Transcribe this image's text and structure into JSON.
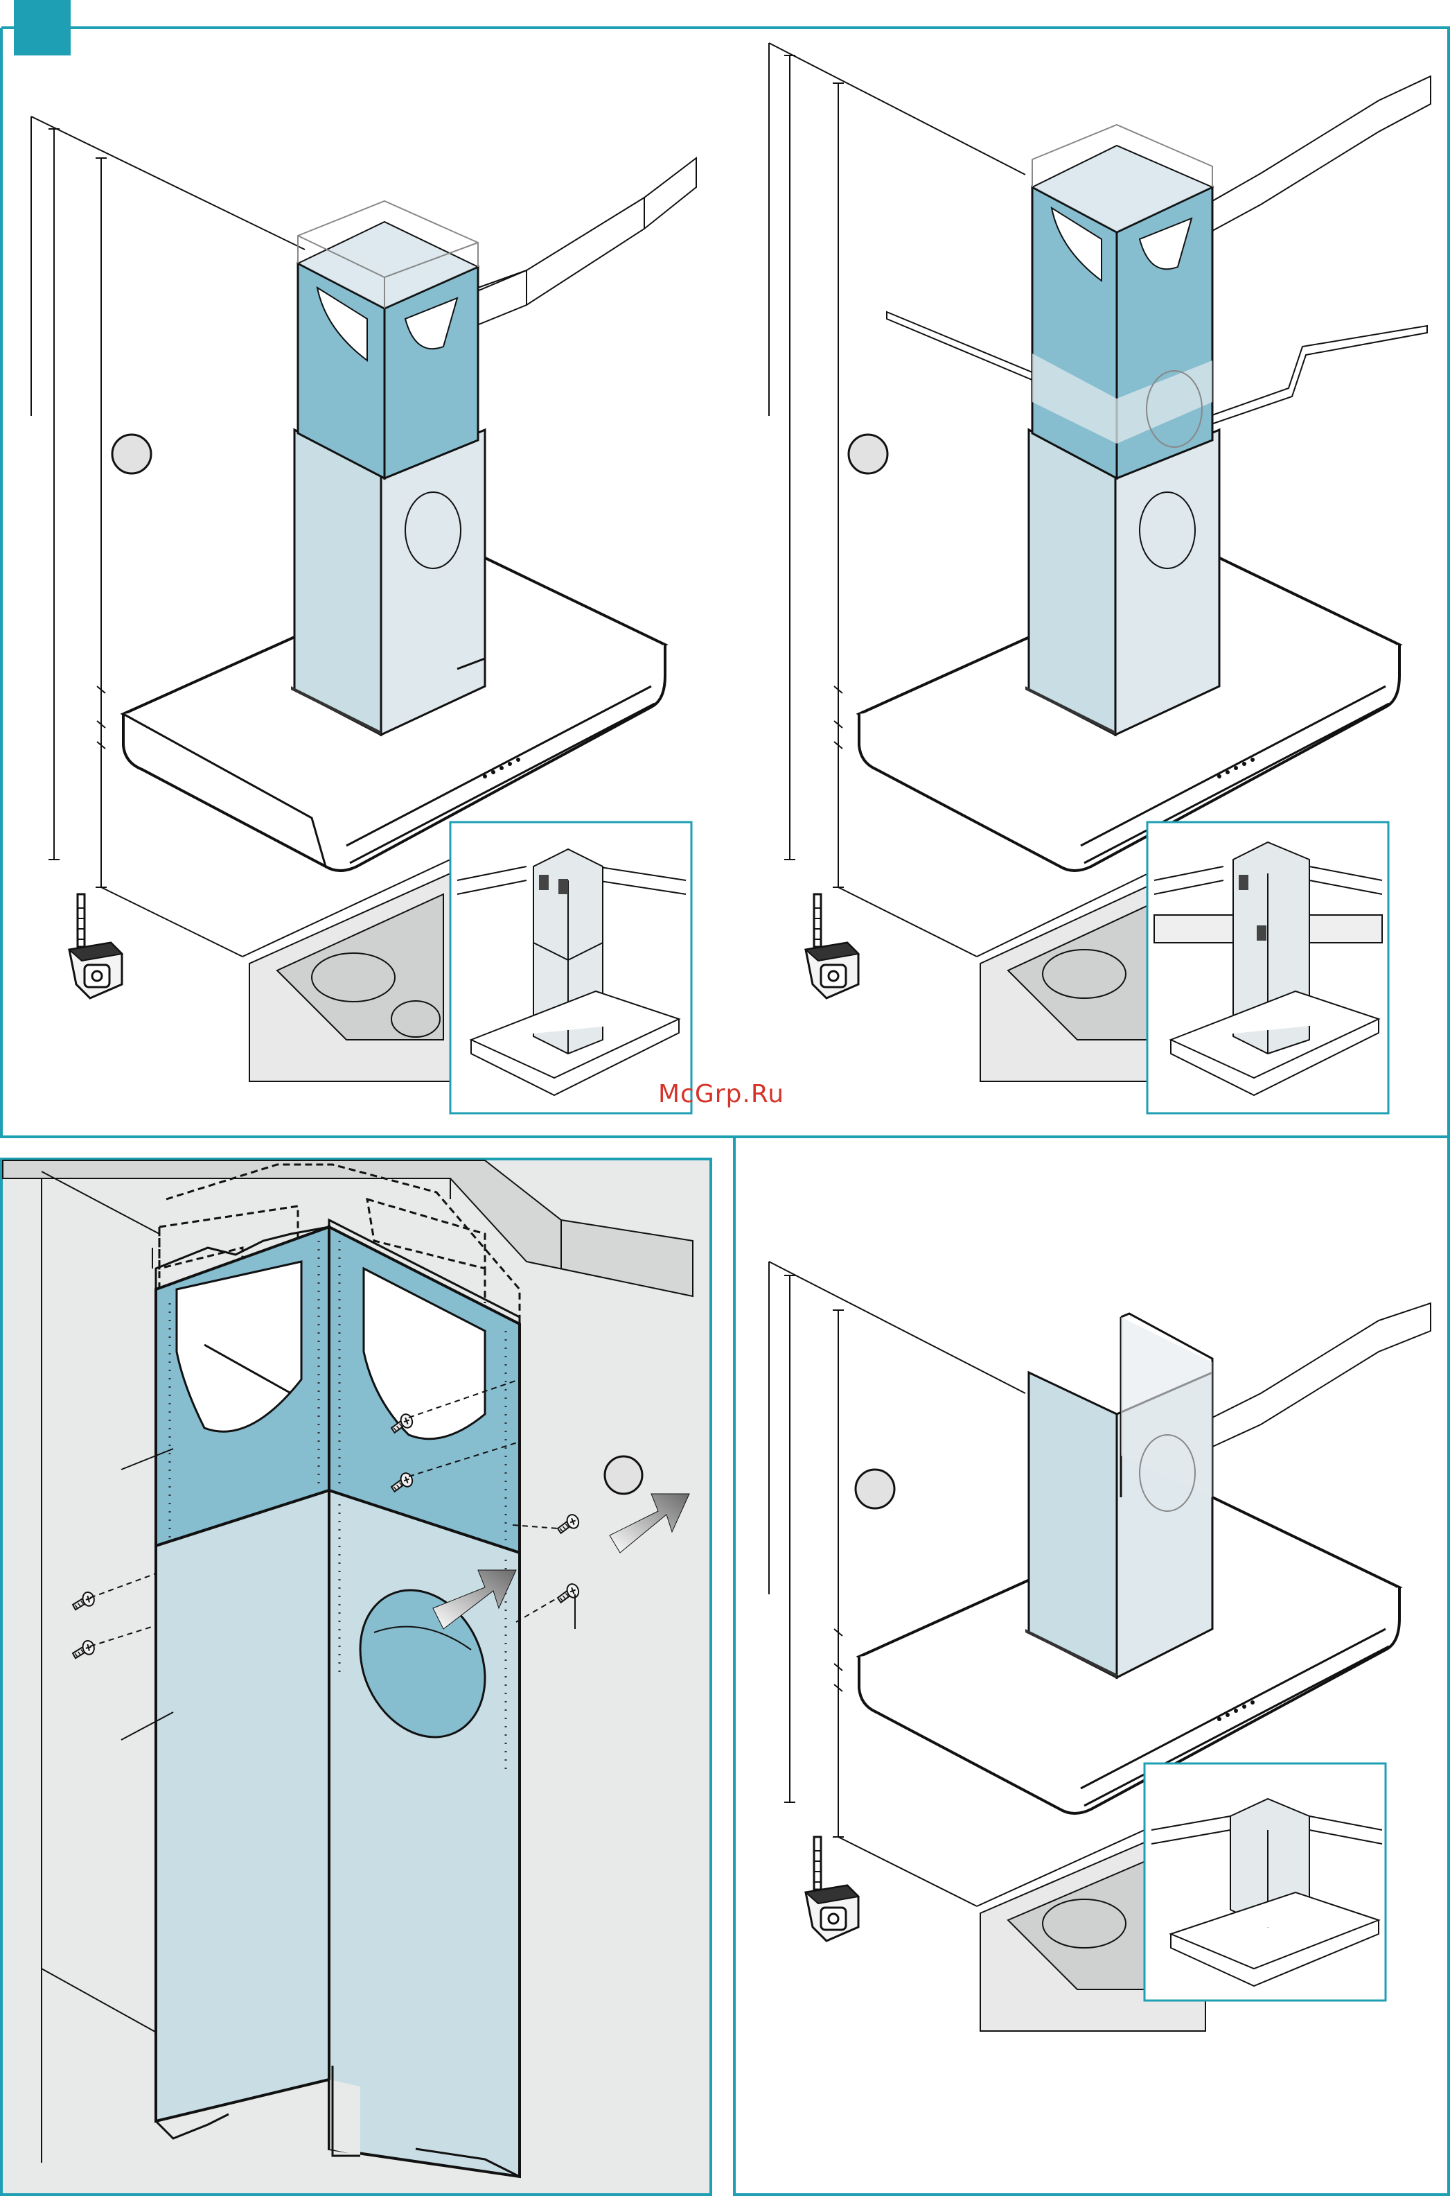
{
  "watermark": "McGrp.Ru",
  "colors": {
    "frame": "#1f9fb3",
    "chimney_blue": "#86bdcf",
    "chimney_light": "#c9dde4",
    "chimney_pale": "#dfe8ec",
    "step_marker": "#e2e2e2",
    "wall_bg": "#e8e9e9",
    "hob": "#cfd0d0",
    "red_watermark": "#d6332a"
  },
  "panels": [
    {
      "name": "step-a",
      "marker": "circle",
      "inset": "chimney-with-inner-duct-and-ceiling-duct"
    },
    {
      "name": "step-b",
      "marker": "circle",
      "inset": "chimney-with-intermediate-ceiling"
    },
    {
      "name": "step-c",
      "marker": "circle",
      "detail": "inner-chimney-screw-fixing"
    },
    {
      "name": "step-d",
      "marker": "circle",
      "inset": "single-chimney-under-ceiling"
    }
  ],
  "icons": [
    "measuring-tape-icon",
    "screw-icon",
    "arrow-icon"
  ]
}
